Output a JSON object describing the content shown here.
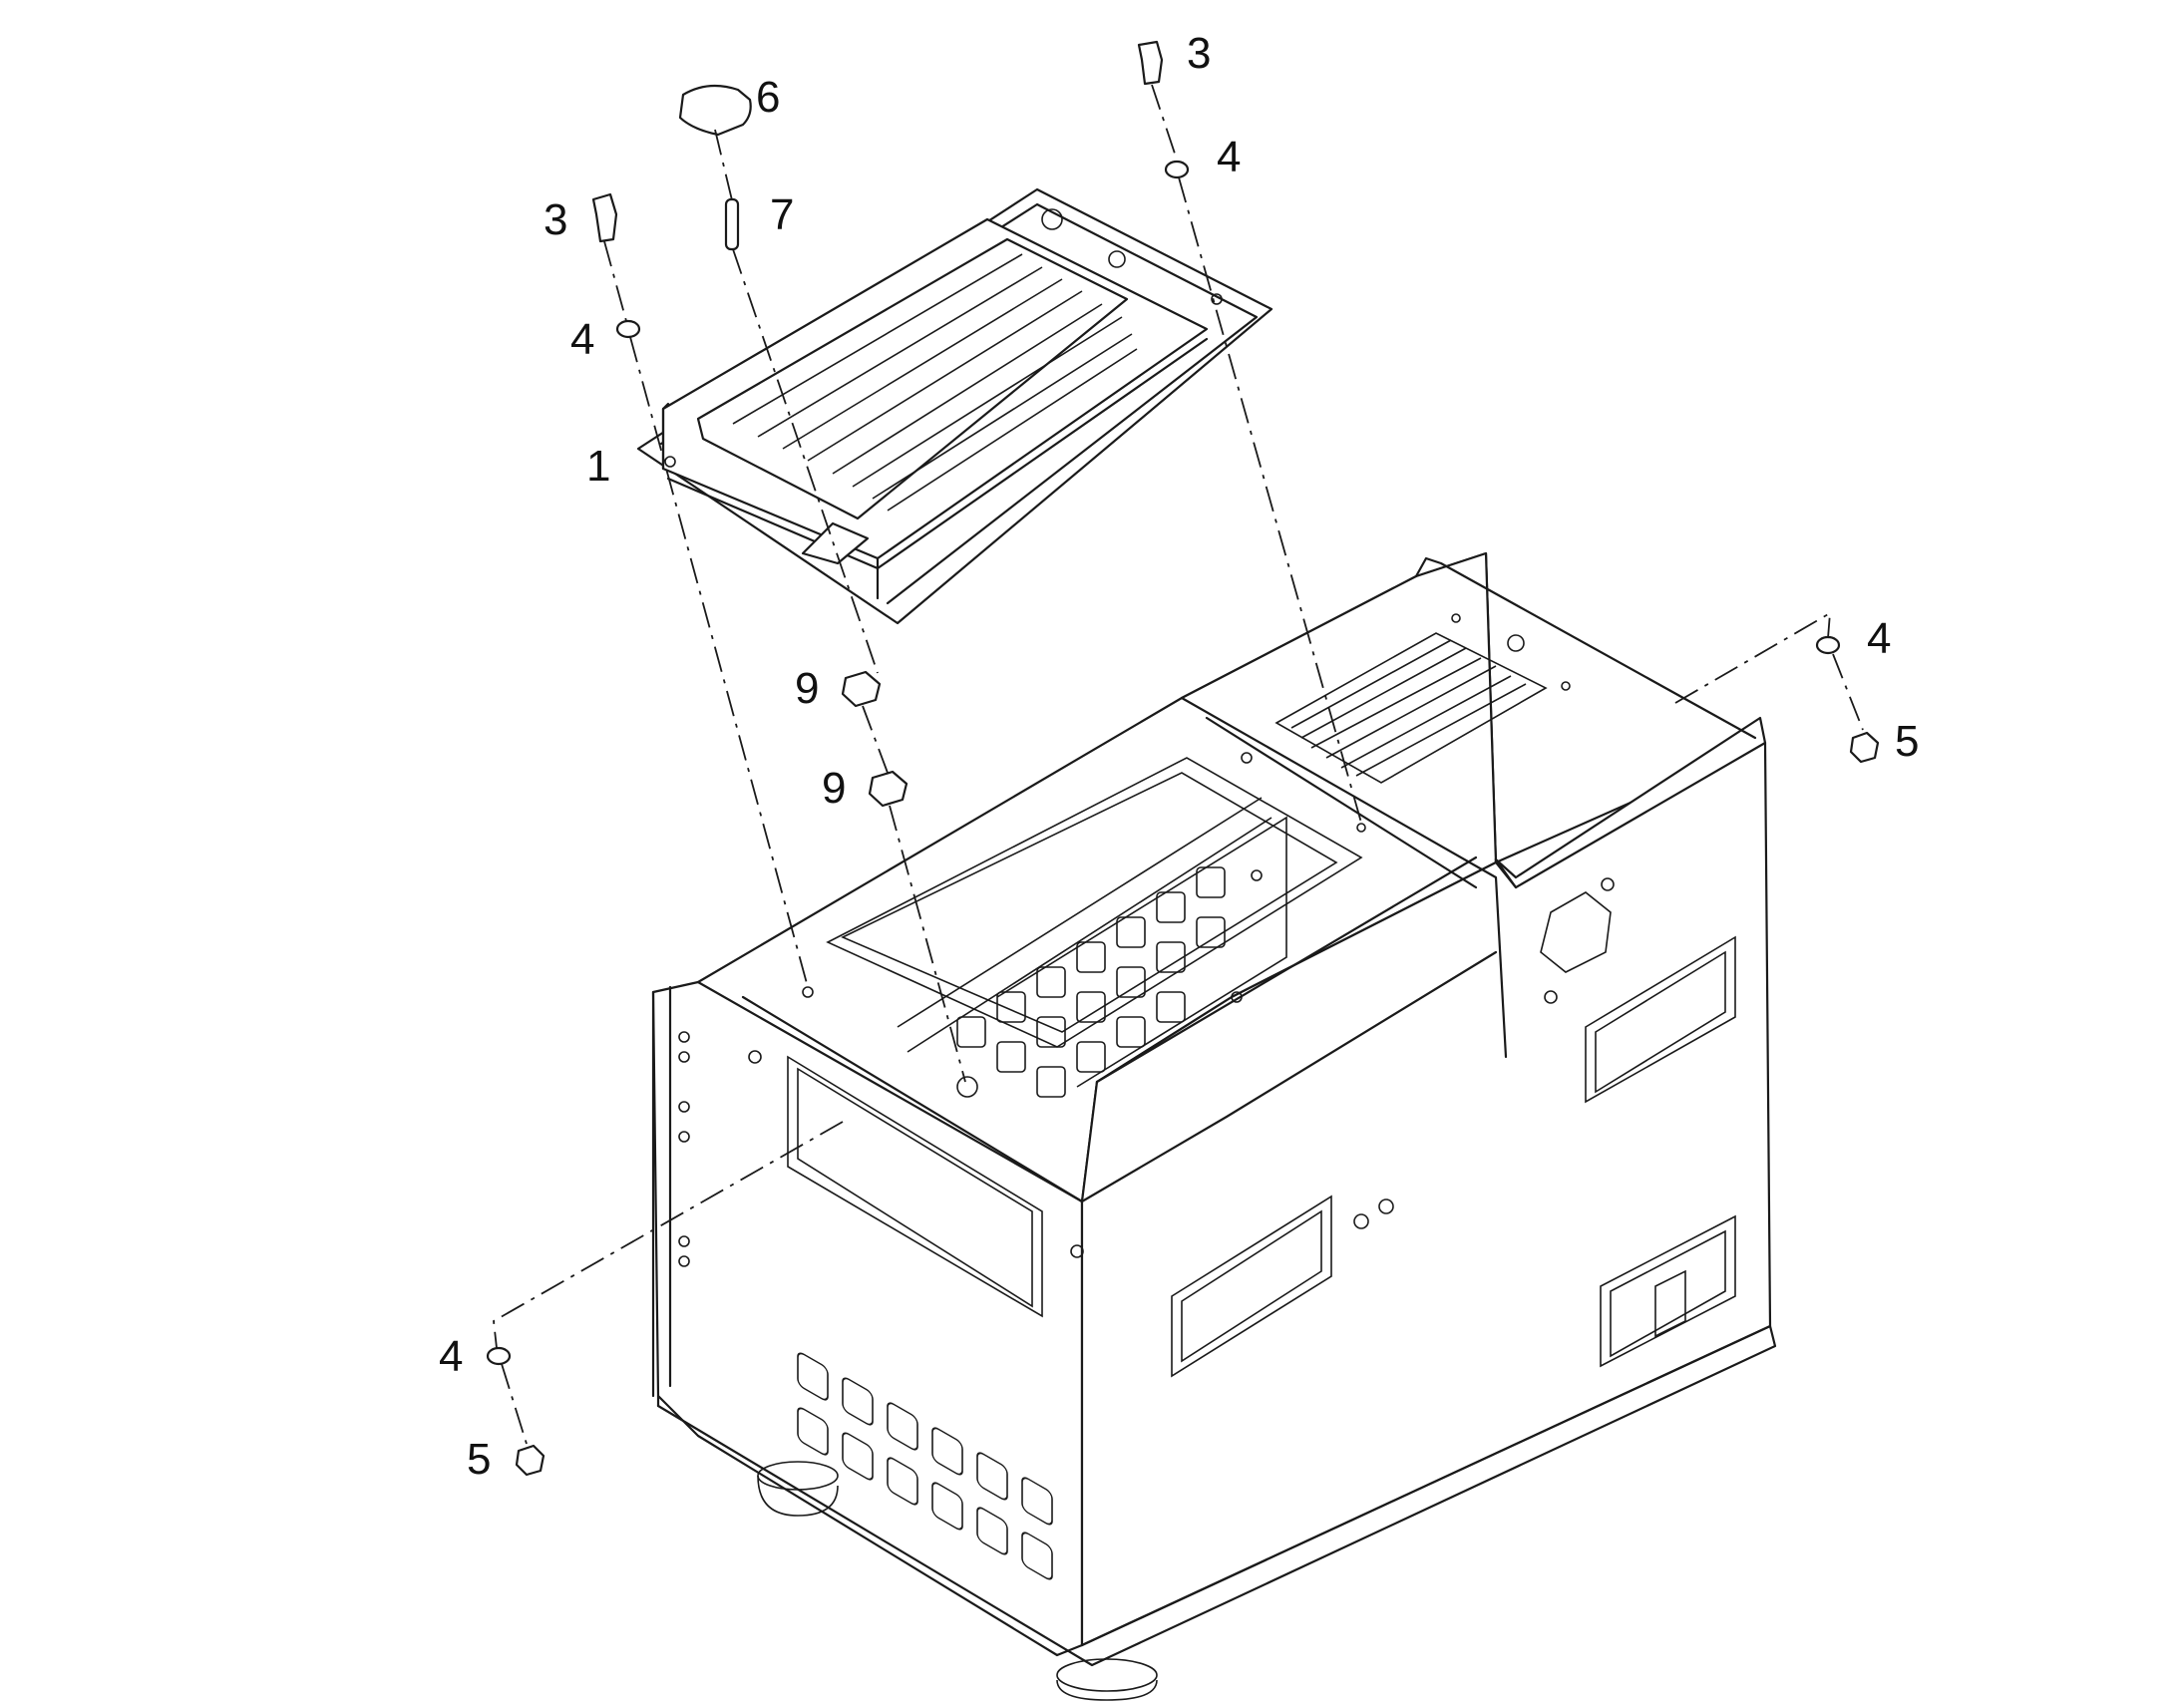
{
  "diagram": {
    "callouts": {
      "c1": "1",
      "c3a": "3",
      "c3b": "3",
      "c4a": "4",
      "c4b": "4",
      "c4c": "4",
      "c4d": "4",
      "c5a": "5",
      "c5b": "5",
      "c6": "6",
      "c7": "7",
      "c9a": "9",
      "c9b": "9"
    },
    "colors": {
      "line": "#1a1a1a",
      "background": "#ffffff"
    }
  }
}
